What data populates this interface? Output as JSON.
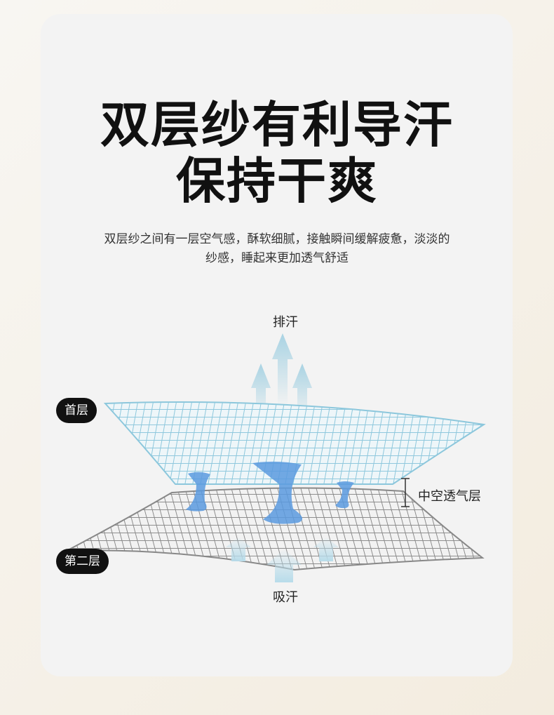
{
  "title": {
    "line1": "双层纱有利导汗",
    "line2": "保持干爽"
  },
  "subtitle": {
    "line1": "双层纱之间有一层空气感，酥软细腻，接触瞬间缓解疲惫，淡淡的",
    "line2": "纱感，睡起来更加透气舒适"
  },
  "diagram": {
    "top_label": "排汗",
    "bottom_label": "吸汗",
    "layer1_label": "首层",
    "layer2_label": "第二层",
    "gap_label": "中空透气层",
    "colors": {
      "top_mesh": "#8cc7dc",
      "bottom_mesh": "#8a8a8a",
      "water": "#5b9be0"
    }
  }
}
